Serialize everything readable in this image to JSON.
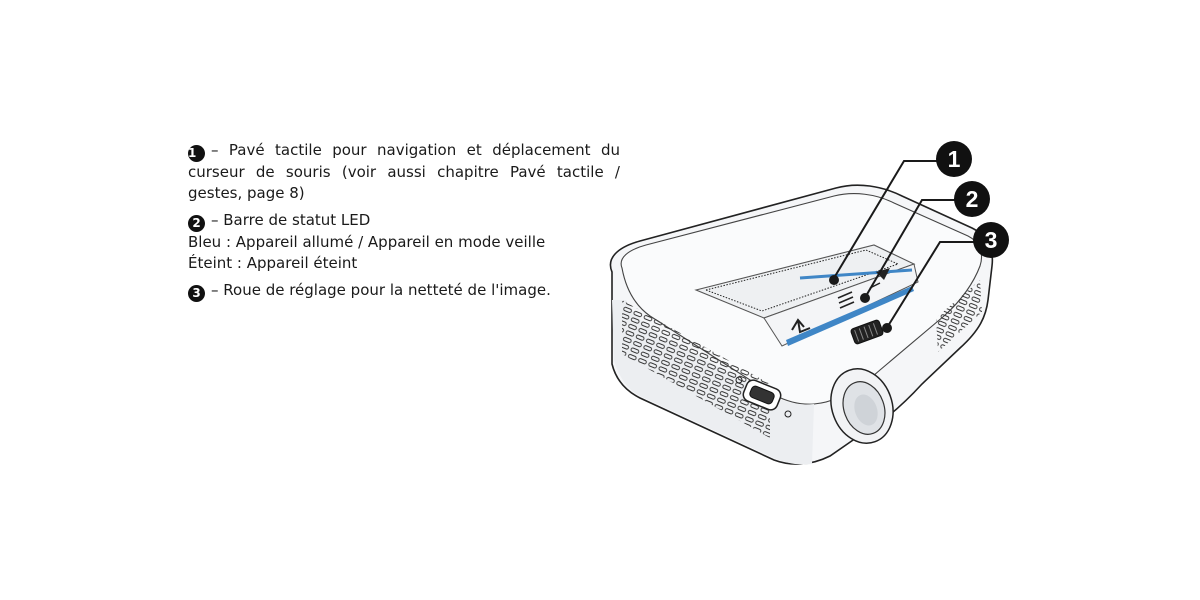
{
  "legend": [
    {
      "number": "1",
      "lines": [
        "– Pavé tactile pour navigation et déplacement du",
        "curseur de souris (voir aussi chapitre Pavé tactile /",
        "gestes, page 8)"
      ]
    },
    {
      "number": "2",
      "lines": [
        "– Barre de statut LED",
        "Bleu : Appareil allumé / Appareil en mode veille",
        "Éteint : Appareil éteint"
      ]
    },
    {
      "number": "3",
      "lines": [
        "– Roue de réglage pour la netteté de l'image."
      ]
    }
  ],
  "callouts": [
    "1",
    "2",
    "3"
  ],
  "colors": {
    "led_bar": "#3f86c6",
    "ink": "#1a1a1a"
  },
  "icons": [
    "back-arrow-icon",
    "menu-icon",
    "cursor-icon"
  ]
}
